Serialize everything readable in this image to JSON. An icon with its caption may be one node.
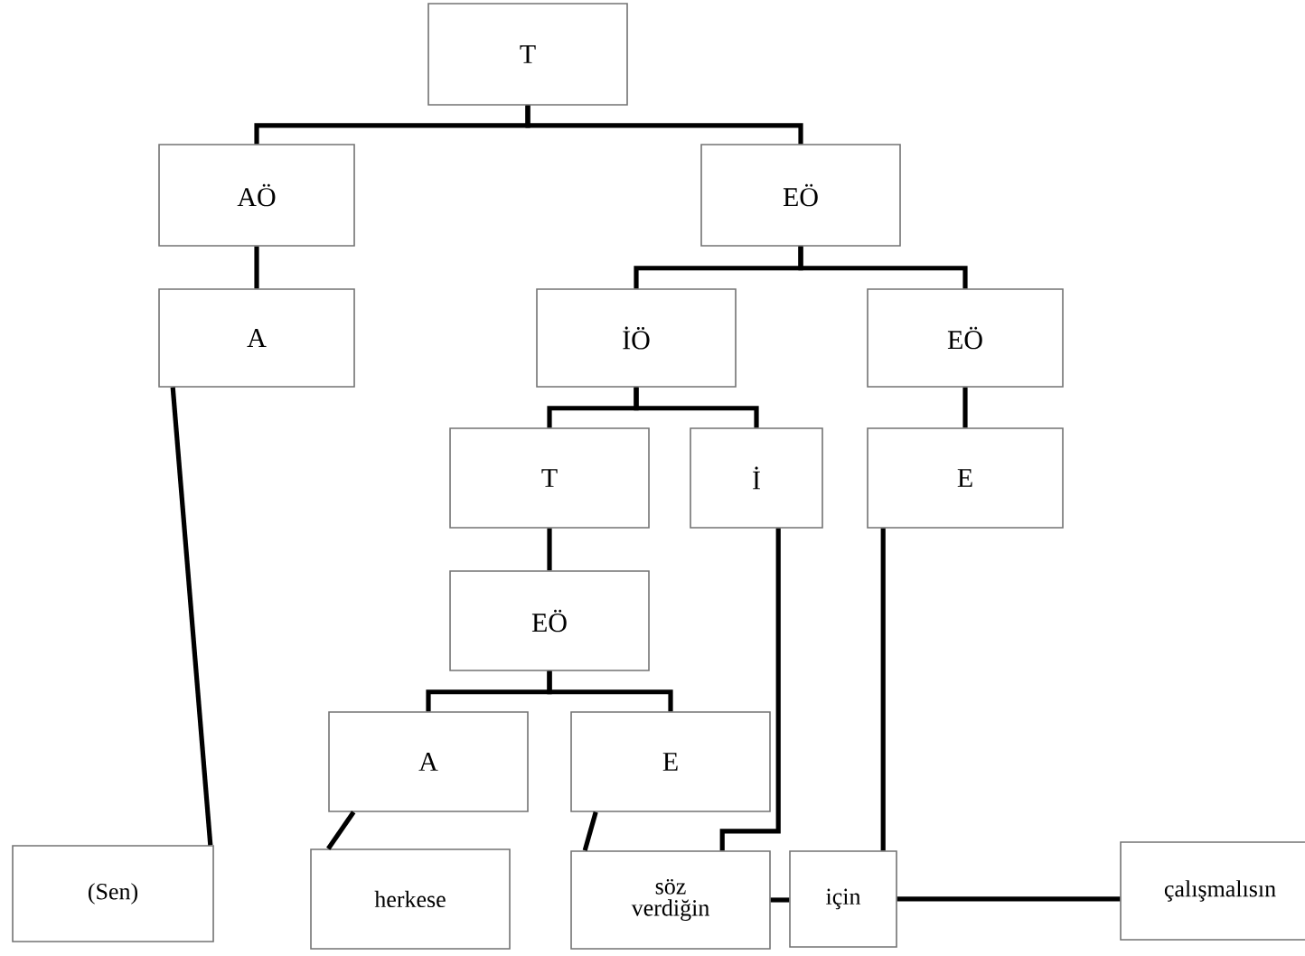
{
  "diagram": {
    "nodes": [
      {
        "text": [
          "T"
        ]
      },
      {
        "text": [
          "AÖ"
        ]
      },
      {
        "text": [
          "EÖ"
        ]
      },
      {
        "text": [
          "A"
        ]
      },
      {
        "text": [
          "İÖ"
        ]
      },
      {
        "text": [
          "EÖ"
        ]
      },
      {
        "text": [
          "T"
        ]
      },
      {
        "text": [
          "İ"
        ]
      },
      {
        "text": [
          "E"
        ]
      },
      {
        "text": [
          "EÖ"
        ]
      },
      {
        "text": [
          "A"
        ]
      },
      {
        "text": [
          "E"
        ]
      },
      {
        "text": [
          "(Sen)"
        ]
      },
      {
        "text": [
          "herkese"
        ]
      },
      {
        "text": [
          "söz verdiğin"
        ]
      },
      {
        "text": [
          "için"
        ]
      },
      {
        "text": [
          "çalışmalısın"
        ]
      }
    ],
    "edges": [
      {
        "from": 0,
        "to": 1,
        "arrow": "none"
      },
      {
        "from": 0,
        "to": 2,
        "arrow": "none"
      },
      {
        "from": 1,
        "to": 3,
        "arrow": "none"
      },
      {
        "from": 2,
        "to": 4,
        "arrow": "none"
      },
      {
        "from": 2,
        "to": 5,
        "arrow": "none"
      },
      {
        "from": 4,
        "to": 6,
        "arrow": "none"
      },
      {
        "from": 4,
        "to": 7,
        "arrow": "none"
      },
      {
        "from": 5,
        "to": 8,
        "arrow": "none"
      },
      {
        "from": 6,
        "to": 9,
        "arrow": "none"
      },
      {
        "from": 9,
        "to": 10,
        "arrow": "none"
      },
      {
        "from": 9,
        "to": 11,
        "arrow": "none"
      },
      {
        "from": 3,
        "to": 12,
        "arrow": "none"
      },
      {
        "from": 10,
        "to": 13,
        "arrow": "none"
      },
      {
        "from": 11,
        "to": 14,
        "arrow": "none"
      },
      {
        "from": 7,
        "to": 14,
        "arrow": "none"
      },
      {
        "from": 8,
        "to": 15,
        "arrow": "none"
      },
      {
        "from": 14,
        "to": 15,
        "arrow": "none"
      },
      {
        "from": 15,
        "to": 16,
        "arrow": "none"
      }
    ]
  }
}
